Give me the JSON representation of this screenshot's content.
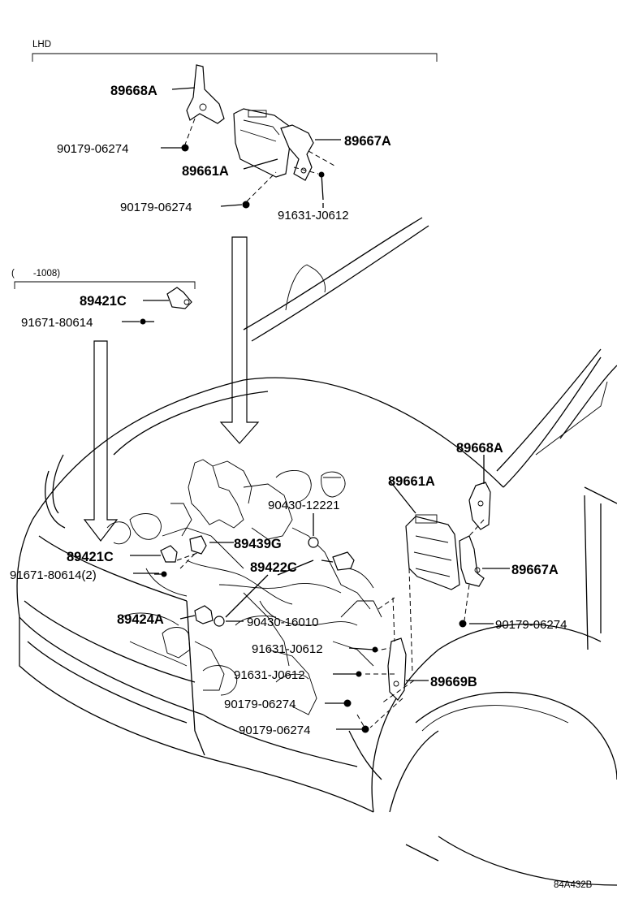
{
  "title_lhd": "LHD",
  "bracket_note": "(　　-1008)",
  "figure_code": "84A432B",
  "labels": {
    "p89668A_top": "89668A",
    "p90179_top1": "90179-06274",
    "p89667A_top": "89667A",
    "p89661A_top": "89661A",
    "p90179_top2": "90179-06274",
    "p91631_top": "91631-J0612",
    "p89421C_top": "89421C",
    "p91671_top": "91671-80614",
    "p89668A_r": "89668A",
    "p89661A_r": "89661A",
    "p90430_12221": "90430-12221",
    "p89439G": "89439G",
    "p89421C_m": "89421C",
    "p89422C": "89422C",
    "p91671_m": "91671-80614(2)",
    "p89667A_r": "89667A",
    "p89424A": "89424A",
    "p90430_16010": "90430-16010",
    "p90179_r": "90179-06274",
    "p91631_m1": "91631-J0612",
    "p91631_m2": "91631-J0612",
    "p89669B": "89669B",
    "p90179_m1": "90179-06274",
    "p90179_m2": "90179-06274"
  }
}
